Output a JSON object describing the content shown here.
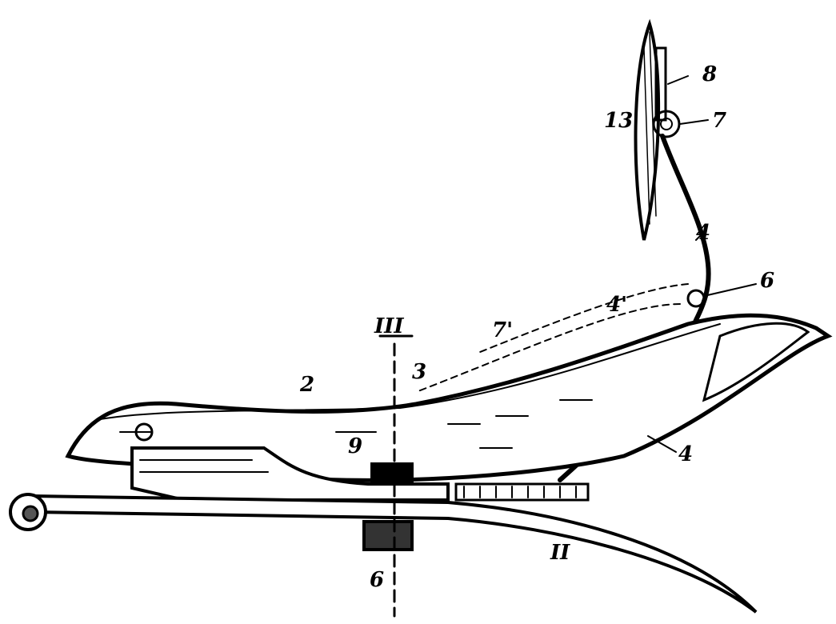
{
  "figure": {
    "labels": {
      "handle_plate": "8",
      "back_plate": "13",
      "pivot_top": "7",
      "back_spring": "4",
      "pivot_lower": "6",
      "alt_position_spring": "4'",
      "alt_position_pivot": "7'",
      "section_line": "III",
      "saddle_cover": "2",
      "saddle_shell": "3",
      "clamp": "9",
      "lower_spring": "4",
      "nut": "6",
      "section_line_2": "II"
    }
  }
}
